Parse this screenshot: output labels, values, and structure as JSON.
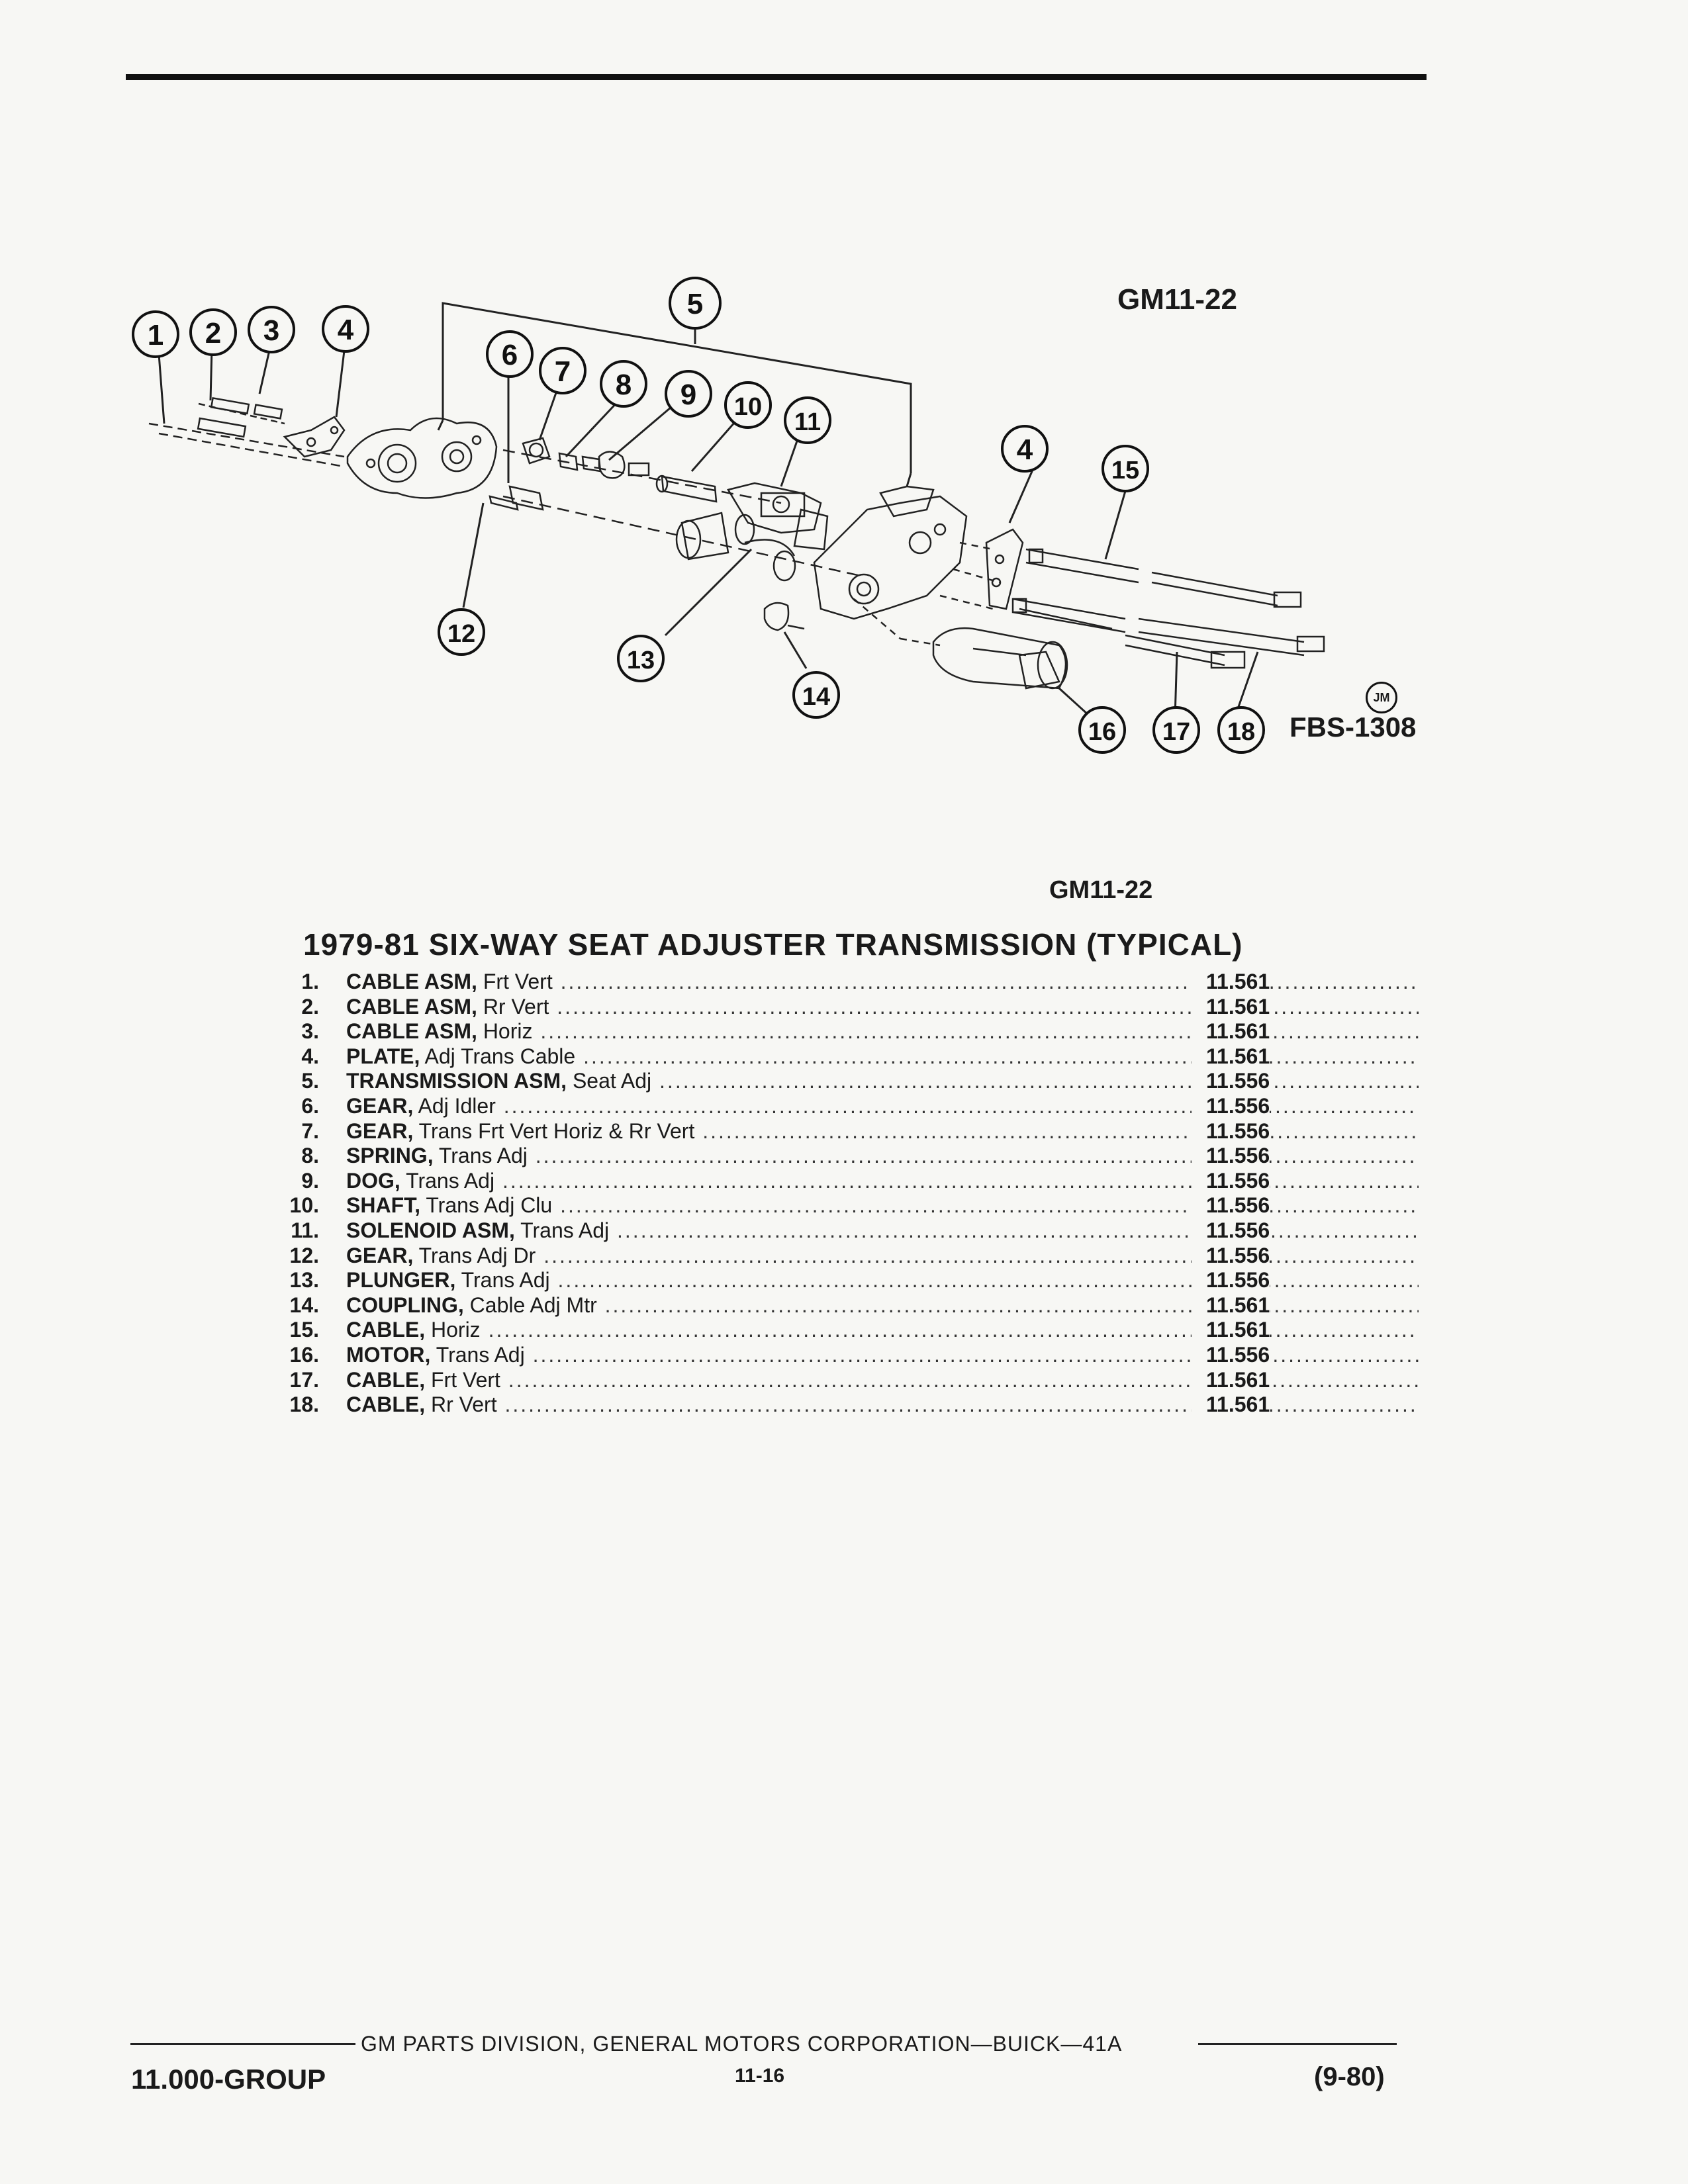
{
  "diagram": {
    "code": "GM11-22",
    "figure_ref": "FBS-1308",
    "artist_mark": "JM",
    "callouts": [
      "1",
      "2",
      "3",
      "4",
      "5",
      "6",
      "7",
      "8",
      "9",
      "10",
      "11",
      "4",
      "15",
      "12",
      "13",
      "14",
      "16",
      "17",
      "18"
    ]
  },
  "section_code": "GM11-22",
  "title": "1979-81 SIX-WAY SEAT ADJUSTER TRANSMISSION (TYPICAL)",
  "parts": [
    {
      "num": "1.",
      "name": "CABLE ASM,",
      "desc": "Frt Vert",
      "group": "11.561"
    },
    {
      "num": "2.",
      "name": "CABLE ASM,",
      "desc": "Rr Vert",
      "group": "11.561"
    },
    {
      "num": "3.",
      "name": "CABLE ASM,",
      "desc": "Horiz",
      "group": "11.561"
    },
    {
      "num": "4.",
      "name": "PLATE,",
      "desc": "Adj Trans Cable",
      "group": "11.561"
    },
    {
      "num": "5.",
      "name": "TRANSMISSION ASM,",
      "desc": "Seat Adj",
      "group": "11.556"
    },
    {
      "num": "6.",
      "name": "GEAR,",
      "desc": "Adj Idler",
      "group": "11.556"
    },
    {
      "num": "7.",
      "name": "GEAR,",
      "desc": "Trans Frt Vert Horiz & Rr Vert",
      "group": "11.556"
    },
    {
      "num": "8.",
      "name": "SPRING,",
      "desc": "Trans Adj",
      "group": "11.556"
    },
    {
      "num": "9.",
      "name": "DOG,",
      "desc": "Trans Adj",
      "group": "11.556"
    },
    {
      "num": "10.",
      "name": "SHAFT,",
      "desc": "Trans Adj Clu",
      "group": "11.556"
    },
    {
      "num": "11.",
      "name": "SOLENOID ASM,",
      "desc": "Trans Adj",
      "group": "11.556"
    },
    {
      "num": "12.",
      "name": "GEAR,",
      "desc": "Trans Adj Dr",
      "group": "11.556"
    },
    {
      "num": "13.",
      "name": "PLUNGER,",
      "desc": "Trans Adj",
      "group": "11.556"
    },
    {
      "num": "14.",
      "name": "COUPLING,",
      "desc": "Cable Adj Mtr",
      "group": "11.561"
    },
    {
      "num": "15.",
      "name": "CABLE,",
      "desc": "Horiz",
      "group": "11.561"
    },
    {
      "num": "16.",
      "name": "MOTOR,",
      "desc": "Trans Adj",
      "group": "11.556"
    },
    {
      "num": "17.",
      "name": "CABLE,",
      "desc": "Frt Vert",
      "group": "11.561"
    },
    {
      "num": "18.",
      "name": "CABLE,",
      "desc": "Rr Vert",
      "group": "11.561"
    }
  ],
  "footer": {
    "publisher": "GM PARTS DIVISION, GENERAL MOTORS CORPORATION—BUICK—41A",
    "group": "11.000-GROUP",
    "page": "11-16",
    "date": "(9-80)"
  }
}
